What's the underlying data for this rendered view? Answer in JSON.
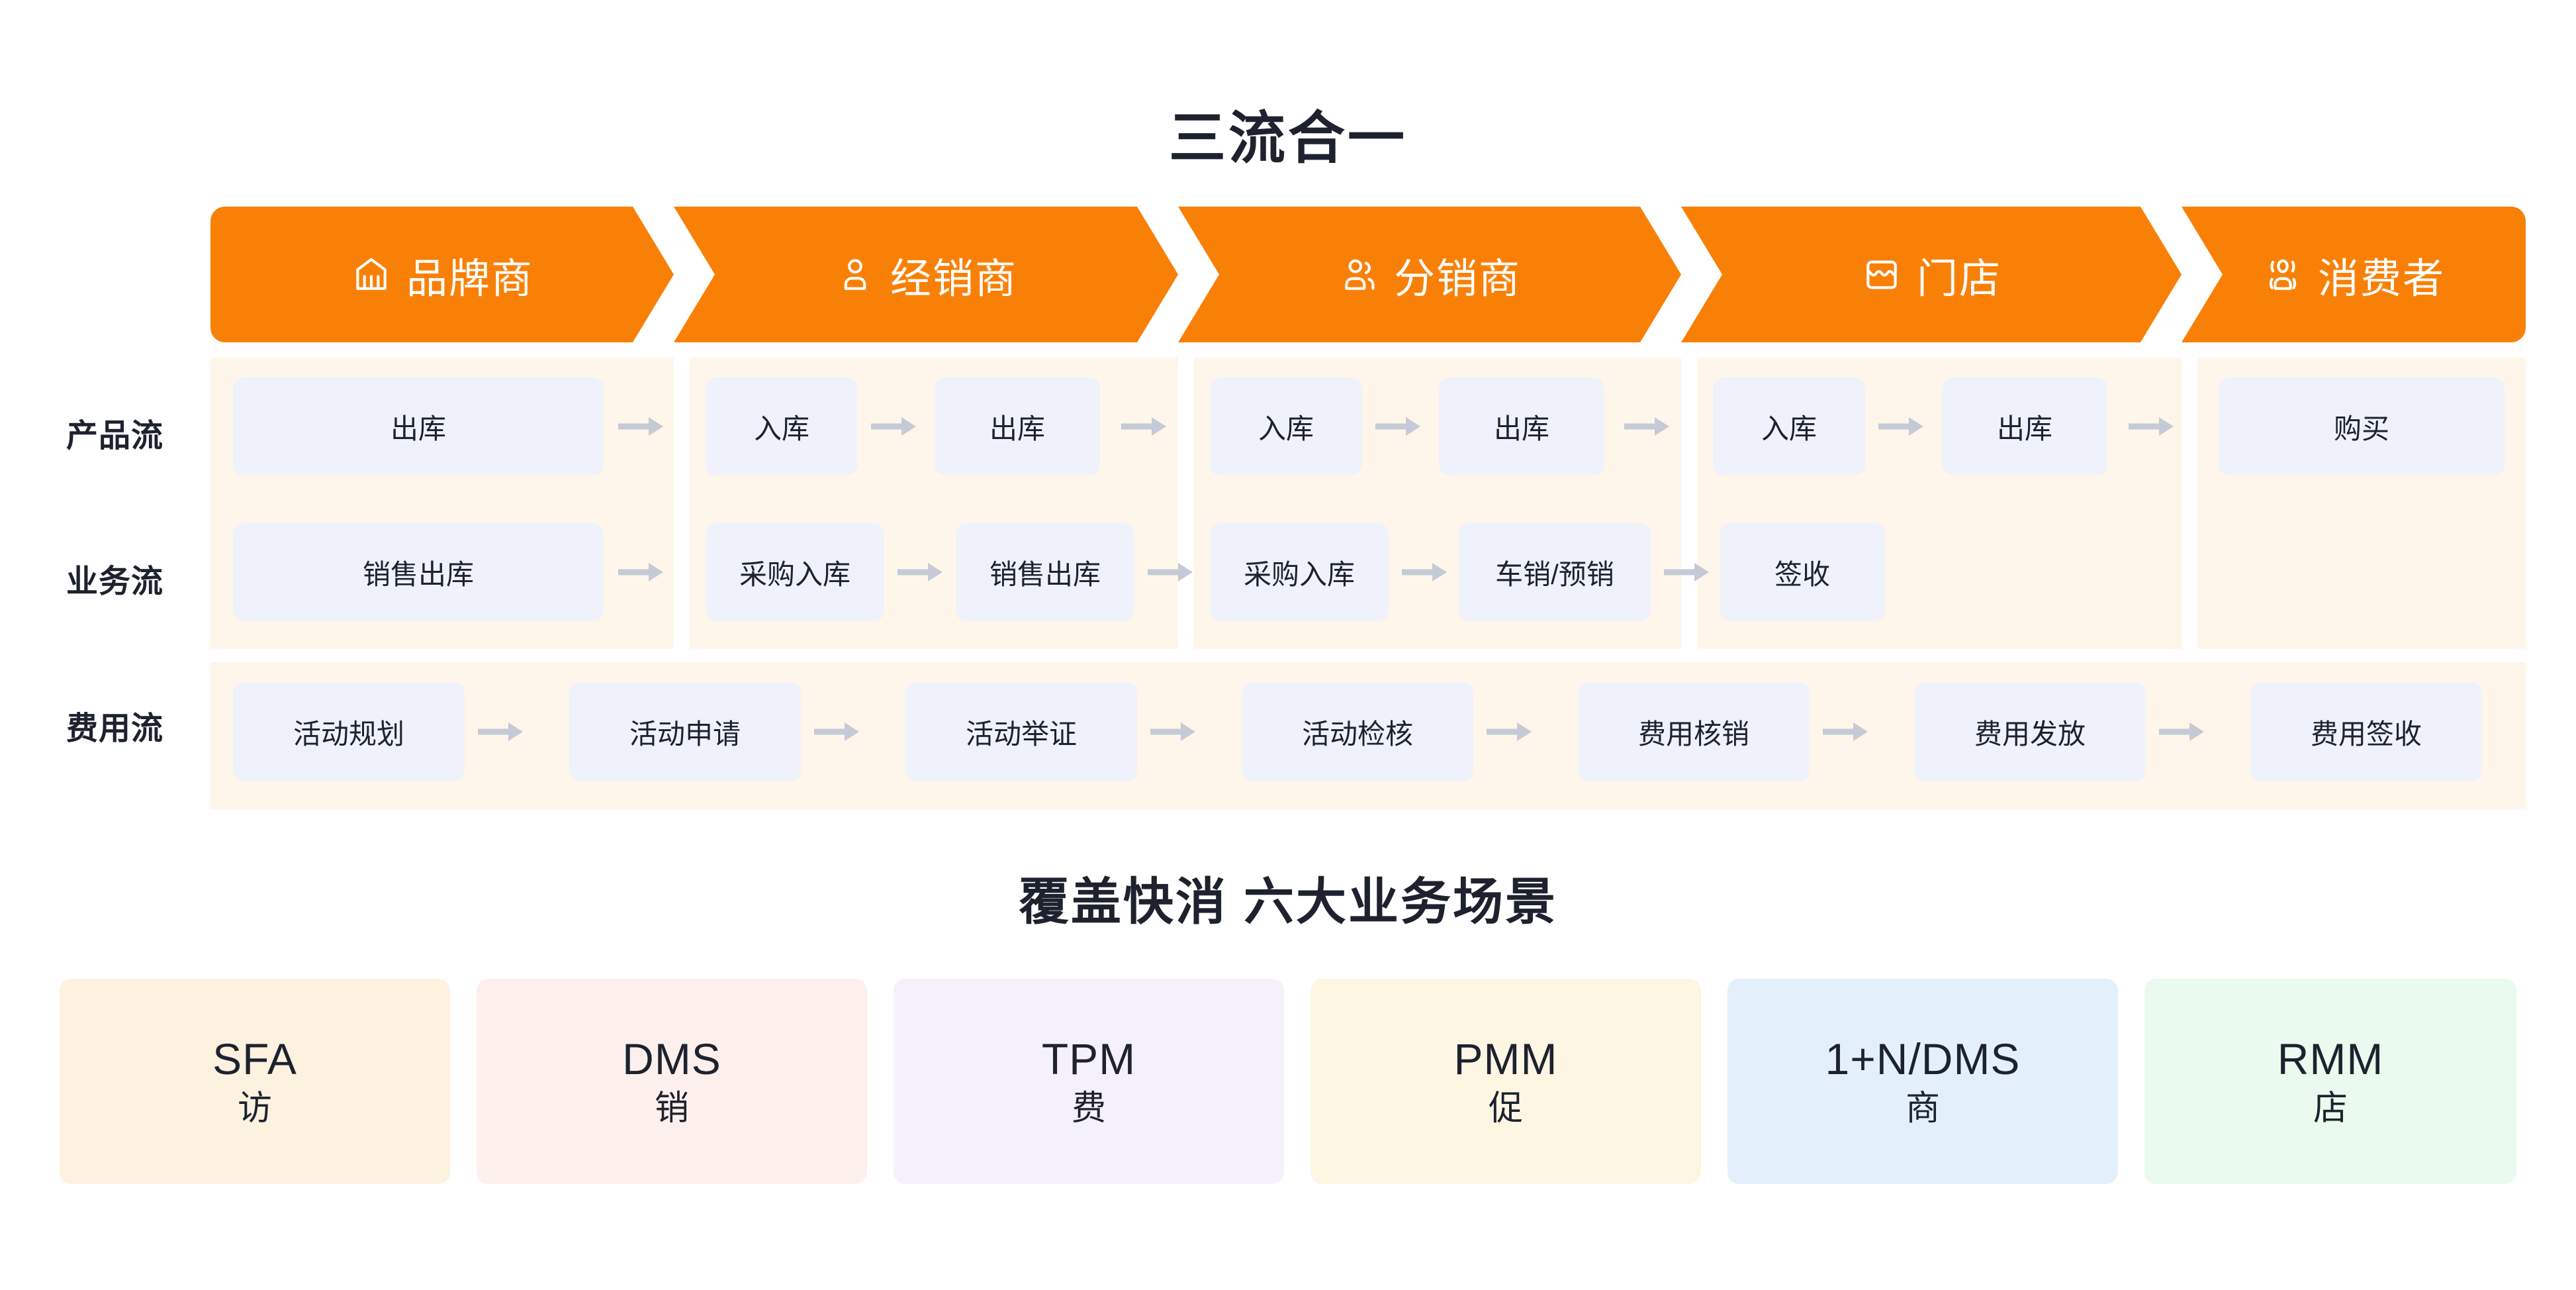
{
  "titles": {
    "main": "三流合一",
    "sub": "覆盖快消 六大业务场景"
  },
  "colors": {
    "chevron_orange": "#F98006",
    "band_cream": "#FEF6EA",
    "cell_blue": "#EFF2FB",
    "text_dark": "#1d222e",
    "arrow_gray": "#C5CAD6"
  },
  "chevrons": [
    {
      "label": "品牌商",
      "icon": "bank-icon"
    },
    {
      "label": "经销商",
      "icon": "user-icon"
    },
    {
      "label": "分销商",
      "icon": "users-icon"
    },
    {
      "label": "门店",
      "icon": "store-icon"
    },
    {
      "label": "消费者",
      "icon": "consumer-icon"
    }
  ],
  "rows": [
    {
      "label": "产品流",
      "cells": [
        "出库",
        "入库",
        "出库",
        "入库",
        "出库",
        "入库",
        "出库",
        "购买"
      ]
    },
    {
      "label": "业务流",
      "cells": [
        "销售出库",
        "采购入库",
        "销售出库",
        "采购入库",
        "车销/预销",
        "签收"
      ]
    },
    {
      "label": "费用流",
      "cells": [
        "活动规划",
        "活动申请",
        "活动举证",
        "活动检核",
        "费用核销",
        "费用发放",
        "费用签收"
      ]
    }
  ],
  "cards": [
    {
      "code": "SFA",
      "cn": "访",
      "bg": "#FDF1E0"
    },
    {
      "code": "DMS",
      "cn": "销",
      "bg": "#FDF0EC"
    },
    {
      "code": "TPM",
      "cn": "费",
      "bg": "#F5F1FB"
    },
    {
      "code": "PMM",
      "cn": "促",
      "bg": "#FDF6E3"
    },
    {
      "code": "1+N/DMS",
      "cn": "商",
      "bg": "#E3F0FB"
    },
    {
      "code": "RMM",
      "cn": "店",
      "bg": "#EAFAEF"
    }
  ]
}
